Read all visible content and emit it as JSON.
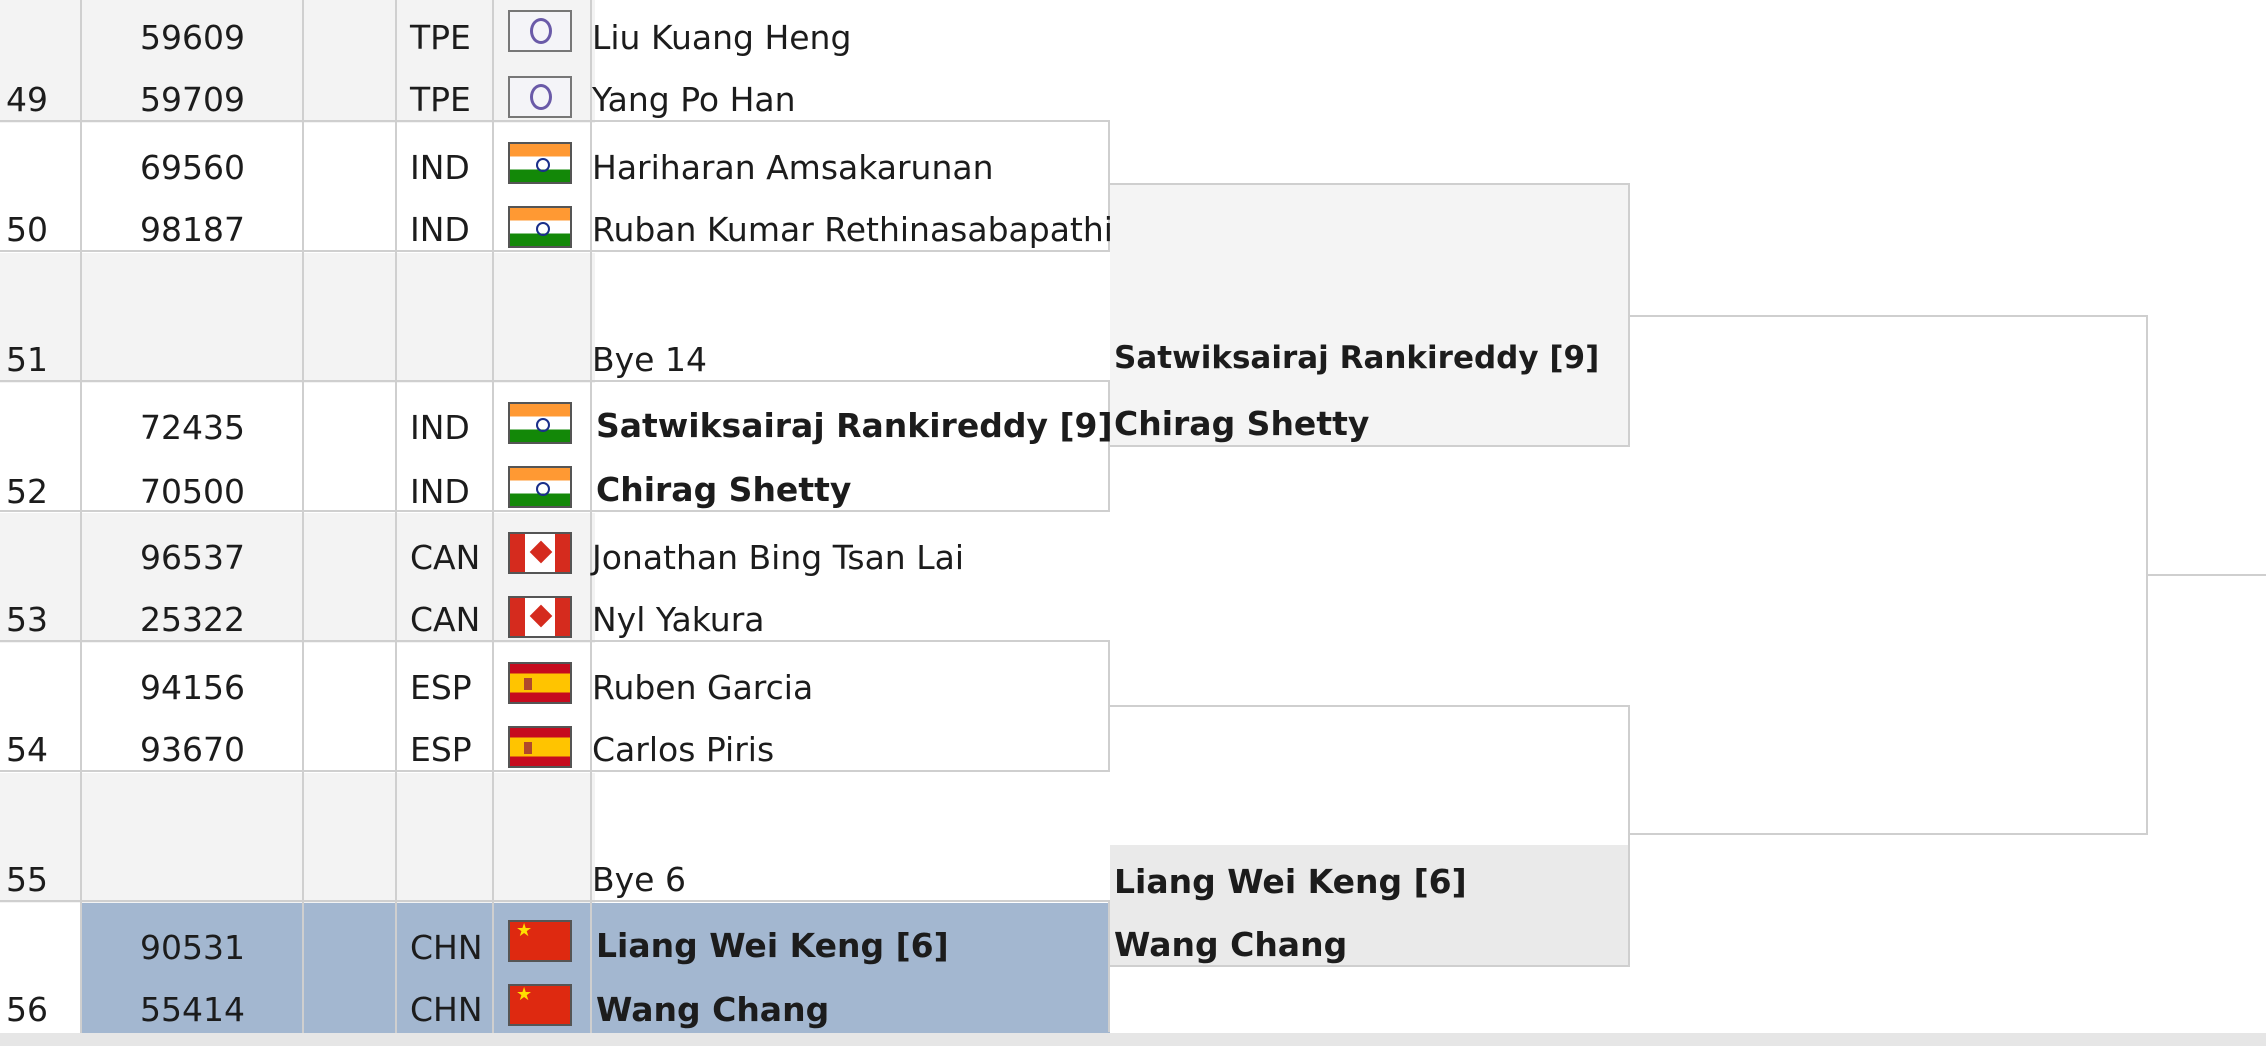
{
  "rows": [
    {
      "pos": "",
      "id": "59609",
      "country": "TPE",
      "flag": "tpe",
      "name": "Liu Kuang Heng",
      "bold": false
    },
    {
      "pos": "49",
      "id": "59709",
      "country": "TPE",
      "flag": "tpe",
      "name": "Yang Po Han",
      "bold": false
    },
    {
      "pos": "",
      "id": "69560",
      "country": "IND",
      "flag": "ind",
      "name": "Hariharan Amsakarunan",
      "bold": false
    },
    {
      "pos": "50",
      "id": "98187",
      "country": "IND",
      "flag": "ind",
      "name": "Ruban Kumar Rethinasabapathi",
      "bold": false
    },
    {
      "pos": "",
      "id": "",
      "country": "",
      "flag": "",
      "name": "",
      "bold": false
    },
    {
      "pos": "51",
      "id": "",
      "country": "",
      "flag": "",
      "name": "Bye 14",
      "bold": false
    },
    {
      "pos": "",
      "id": "72435",
      "country": "IND",
      "flag": "ind",
      "name": "Satwiksairaj Rankireddy [9]",
      "bold": true
    },
    {
      "pos": "52",
      "id": "70500",
      "country": "IND",
      "flag": "ind",
      "name": "Chirag Shetty",
      "bold": true
    },
    {
      "pos": "",
      "id": "96537",
      "country": "CAN",
      "flag": "can",
      "name": "Jonathan Bing Tsan Lai",
      "bold": false
    },
    {
      "pos": "53",
      "id": "25322",
      "country": "CAN",
      "flag": "can",
      "name": "Nyl Yakura",
      "bold": false
    },
    {
      "pos": "",
      "id": "94156",
      "country": "ESP",
      "flag": "esp",
      "name": "Ruben Garcia",
      "bold": false
    },
    {
      "pos": "54",
      "id": "93670",
      "country": "ESP",
      "flag": "esp",
      "name": "Carlos Piris",
      "bold": false
    },
    {
      "pos": "",
      "id": "",
      "country": "",
      "flag": "",
      "name": "",
      "bold": false
    },
    {
      "pos": "55",
      "id": "",
      "country": "",
      "flag": "",
      "name": "Bye 6",
      "bold": false
    },
    {
      "pos": "",
      "id": "90531",
      "country": "CHN",
      "flag": "chn",
      "name": "Liang Wei Keng [6]",
      "bold": true
    },
    {
      "pos": "56",
      "id": "55414",
      "country": "CHN",
      "flag": "chn",
      "name": "Wang Chang",
      "bold": true
    }
  ],
  "round2": {
    "match_a_player1": "Satwiksairaj Rankireddy [9]",
    "match_a_player2": "Chirag Shetty",
    "match_b_player1": "Liang Wei Keng [6]",
    "match_b_player2": "Wang Chang"
  },
  "colors": {
    "grid_line": "#cfcfcf",
    "alt_row": "#f2f2f2",
    "selected_row": "#a3b7d0",
    "round_bg": "#f1f1f1"
  }
}
